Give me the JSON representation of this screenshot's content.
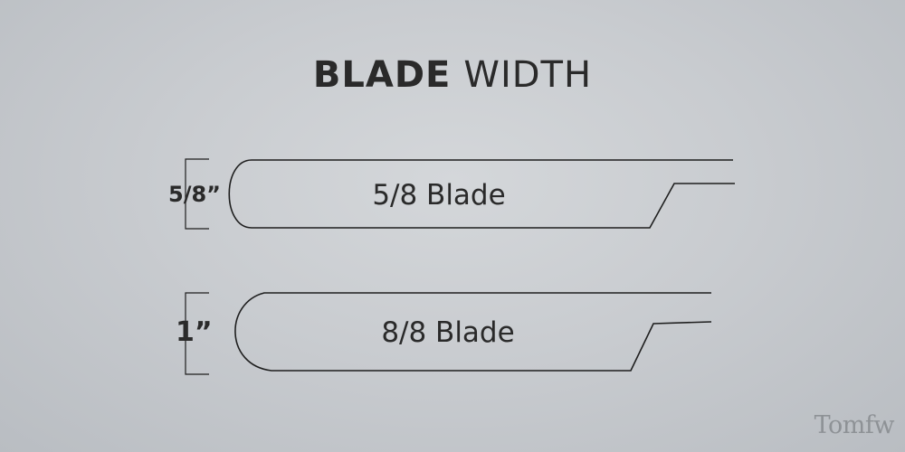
{
  "title": {
    "bold": "BLADE",
    "light": "WIDTH"
  },
  "blades": [
    {
      "size_label": "5/8”",
      "blade_label": "5/8 Blade"
    },
    {
      "size_label": "1”",
      "blade_label": "8/8 Blade"
    }
  ],
  "logo": "Tomfw",
  "colors": {
    "line": "#1e1e1e",
    "text": "#2a2a2a",
    "logo": "#8e9296"
  }
}
